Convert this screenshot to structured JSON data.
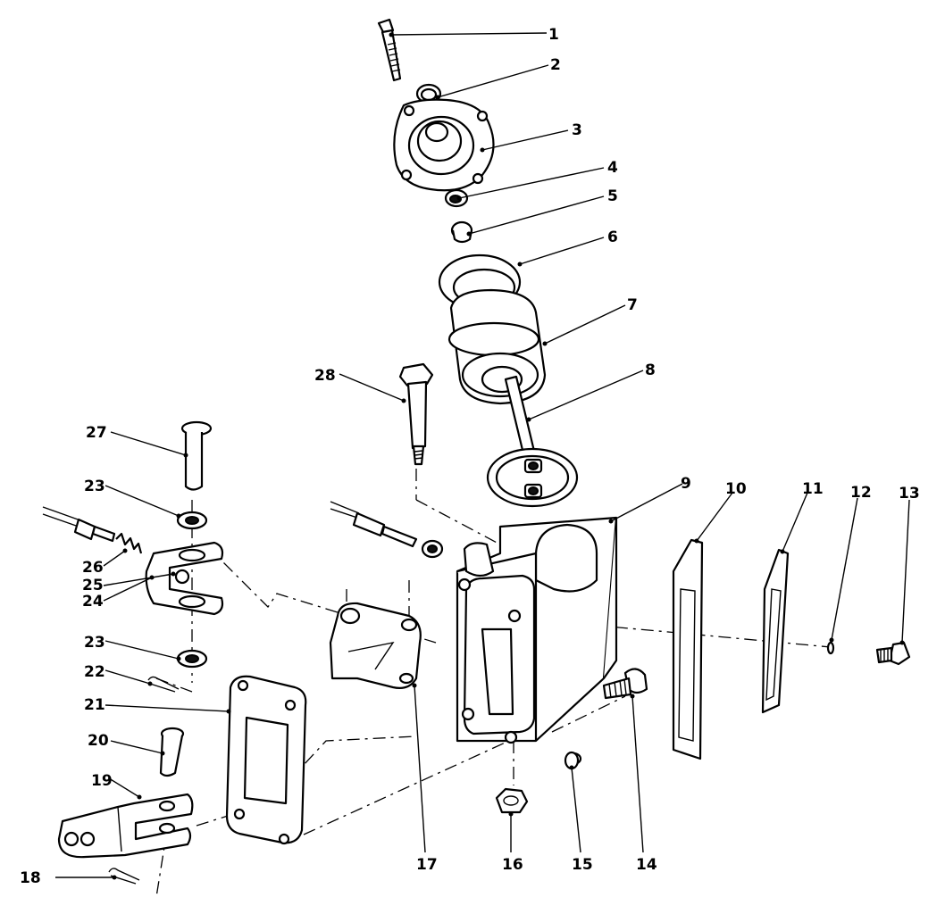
{
  "callouts": [
    {
      "id": "1",
      "label": "1"
    },
    {
      "id": "2",
      "label": "2"
    },
    {
      "id": "3",
      "label": "3"
    },
    {
      "id": "4",
      "label": "4"
    },
    {
      "id": "5",
      "label": "5"
    },
    {
      "id": "6",
      "label": "6"
    },
    {
      "id": "7",
      "label": "7"
    },
    {
      "id": "8",
      "label": "8"
    },
    {
      "id": "9",
      "label": "9"
    },
    {
      "id": "10",
      "label": "10"
    },
    {
      "id": "11",
      "label": "11"
    },
    {
      "id": "12",
      "label": "12"
    },
    {
      "id": "13",
      "label": "13"
    },
    {
      "id": "14",
      "label": "14"
    },
    {
      "id": "15",
      "label": "15"
    },
    {
      "id": "16",
      "label": "16"
    },
    {
      "id": "17",
      "label": "17"
    },
    {
      "id": "18",
      "label": "18"
    },
    {
      "id": "19",
      "label": "19"
    },
    {
      "id": "20",
      "label": "20"
    },
    {
      "id": "21",
      "label": "21"
    },
    {
      "id": "22",
      "label": "22"
    },
    {
      "id": "23a",
      "label": "23"
    },
    {
      "id": "23b",
      "label": "23"
    },
    {
      "id": "24",
      "label": "24"
    },
    {
      "id": "25",
      "label": "25"
    },
    {
      "id": "26",
      "label": "26"
    },
    {
      "id": "27",
      "label": "27"
    },
    {
      "id": "28",
      "label": "28"
    }
  ]
}
